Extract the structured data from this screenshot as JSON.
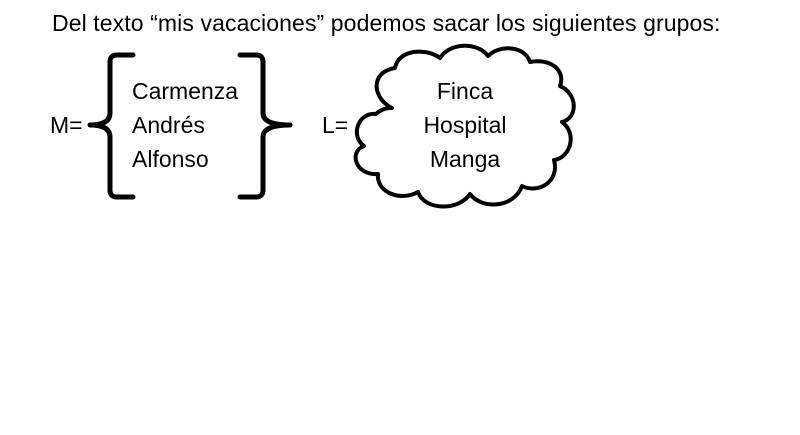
{
  "title": "Del texto  “mis vacaciones” podemos sacar los siguientes grupos:",
  "set_m": {
    "label": "M=",
    "items": [
      "Carmenza",
      "Andrés",
      "Alfonso"
    ]
  },
  "set_l": {
    "label": "L=",
    "items": [
      "Finca",
      "Hospital",
      "Manga"
    ]
  },
  "colors": {
    "ink": "#000000",
    "background": "#ffffff"
  }
}
